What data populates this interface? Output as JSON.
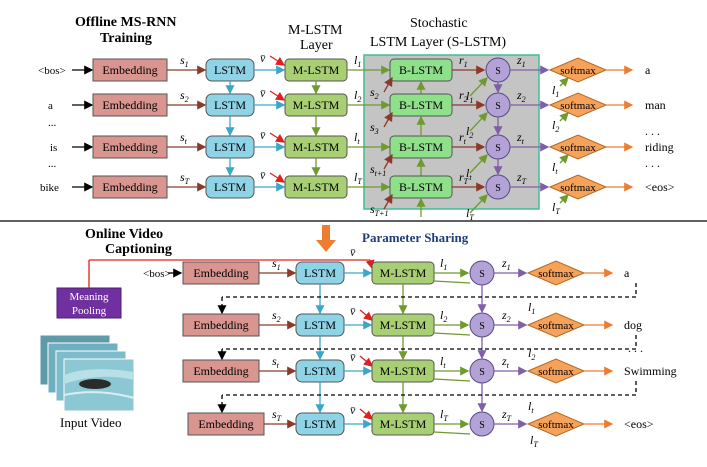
{
  "top": {
    "title_line1": "Offline MS-RNN",
    "title_line2": "Training",
    "mlstm_header_line1": "M-LSTM",
    "mlstm_header_line2": "Layer",
    "slstm_header_line1": "Stochastic",
    "slstm_header_line2": "LSTM Layer (S-LSTM)",
    "rows": [
      {
        "input": "<bos>",
        "s": "s",
        "s_sub": "1",
        "v": "v̄",
        "l": "l",
        "l_sub": "1",
        "r": "r",
        "r_sub": "1",
        "z": "z",
        "z_sub": "1",
        "out_l": "l",
        "out_l_sub": "1",
        "word": "a"
      },
      {
        "input": "a",
        "s": "s",
        "s_sub": "2",
        "v": "v̄",
        "l": "l",
        "l_sub": "2",
        "r": "r",
        "r_sub": "2",
        "z": "z",
        "z_sub": "2",
        "out_l": "l",
        "out_l_sub": "2",
        "word": "man"
      },
      {
        "input": "is",
        "s": "s",
        "s_sub": "t",
        "v": "v̄",
        "l": "l",
        "l_sub": "t",
        "r": "r",
        "r_sub": "t",
        "z": "z",
        "z_sub": "t",
        "out_l": "l",
        "out_l_sub": "t",
        "word": "riding"
      },
      {
        "input": "bike",
        "s": "s",
        "s_sub": "T",
        "v": "v̄",
        "l": "l",
        "l_sub": "T",
        "r": "r",
        "r_sub": "T",
        "z": "z",
        "z_sub": "T",
        "out_l": "l",
        "out_l_sub": "T",
        "word": "<eos>"
      }
    ],
    "between_s": [
      {
        "s": "s",
        "sub": "2"
      },
      {
        "s": "s",
        "sub": "3"
      },
      {
        "s": "s",
        "sub": "t+1"
      },
      {
        "s": "s",
        "sub": "T+1"
      }
    ],
    "between_l": [
      {
        "l": "l",
        "sub": "1"
      },
      {
        "l": "l",
        "sub": "2"
      },
      {
        "l": "l",
        "sub": "t"
      },
      {
        "l": "l",
        "sub": "T"
      }
    ],
    "ellipsis_inputs": [
      "...",
      "..."
    ],
    "ellipsis_words": [
      ". . .",
      ". . ."
    ]
  },
  "bottom": {
    "title_line1": "Online Video",
    "title_line2": "Captioning",
    "parameter_sharing": "Parameter Sharing",
    "pooling_line1": "Meaning",
    "pooling_line2": "Pooling",
    "input_video": "Input Video",
    "bos": "<bos>",
    "v_top": "v̄",
    "rows": [
      {
        "s": "s",
        "s_sub": "1",
        "v": "",
        "l": "l",
        "l_sub": "1",
        "z": "z",
        "z_sub": "1",
        "out_l": "",
        "out_l_sub": "",
        "word": "a"
      },
      {
        "s": "s",
        "s_sub": "2",
        "v": "v̄",
        "l": "l",
        "l_sub": "2",
        "z": "z",
        "z_sub": "2",
        "out_l": "l",
        "out_l_sub": "1",
        "word": "dog"
      },
      {
        "s": "s",
        "s_sub": "t",
        "v": "v̄",
        "l": "l",
        "l_sub": "t",
        "z": "z",
        "z_sub": "t",
        "out_l": "l",
        "out_l_sub": "2",
        "word": "Swimming"
      },
      {
        "s": "s",
        "s_sub": "T",
        "v": "v̄",
        "l": "l",
        "l_sub": "T",
        "z": "z",
        "z_sub": "T",
        "out_l": "l",
        "out_l_sub": "t",
        "word": "<eos>"
      }
    ],
    "last_l": "l",
    "last_l_sub": "T",
    "ellipsis_words": [
      ". . ."
    ]
  },
  "labels": {
    "embedding": "Embedding",
    "lstm": "LSTM",
    "mlstm": "M-LSTM",
    "blstm": "B-LSTM",
    "s_node": "S",
    "softmax": "softmax"
  },
  "colors": {
    "embedding": "#d9958f",
    "lstm": "#8fd3e6",
    "mlstm": "#a9cf74",
    "blstm": "#8fe08a",
    "s_node": "#b3a2d6",
    "softmax": "#f7a25a",
    "slstm_panel": "#c4c4c4",
    "slstm_border": "#3fbf93",
    "pooling": "#7030a0",
    "arrow_orange": "#ed7d31",
    "arrow_red": "#e02020",
    "arrow_green": "#6e9a2e",
    "arrow_blue": "#3aa6c9",
    "arrow_purple": "#7e5fa8",
    "arrow_brown": "#8b3a2a"
  }
}
